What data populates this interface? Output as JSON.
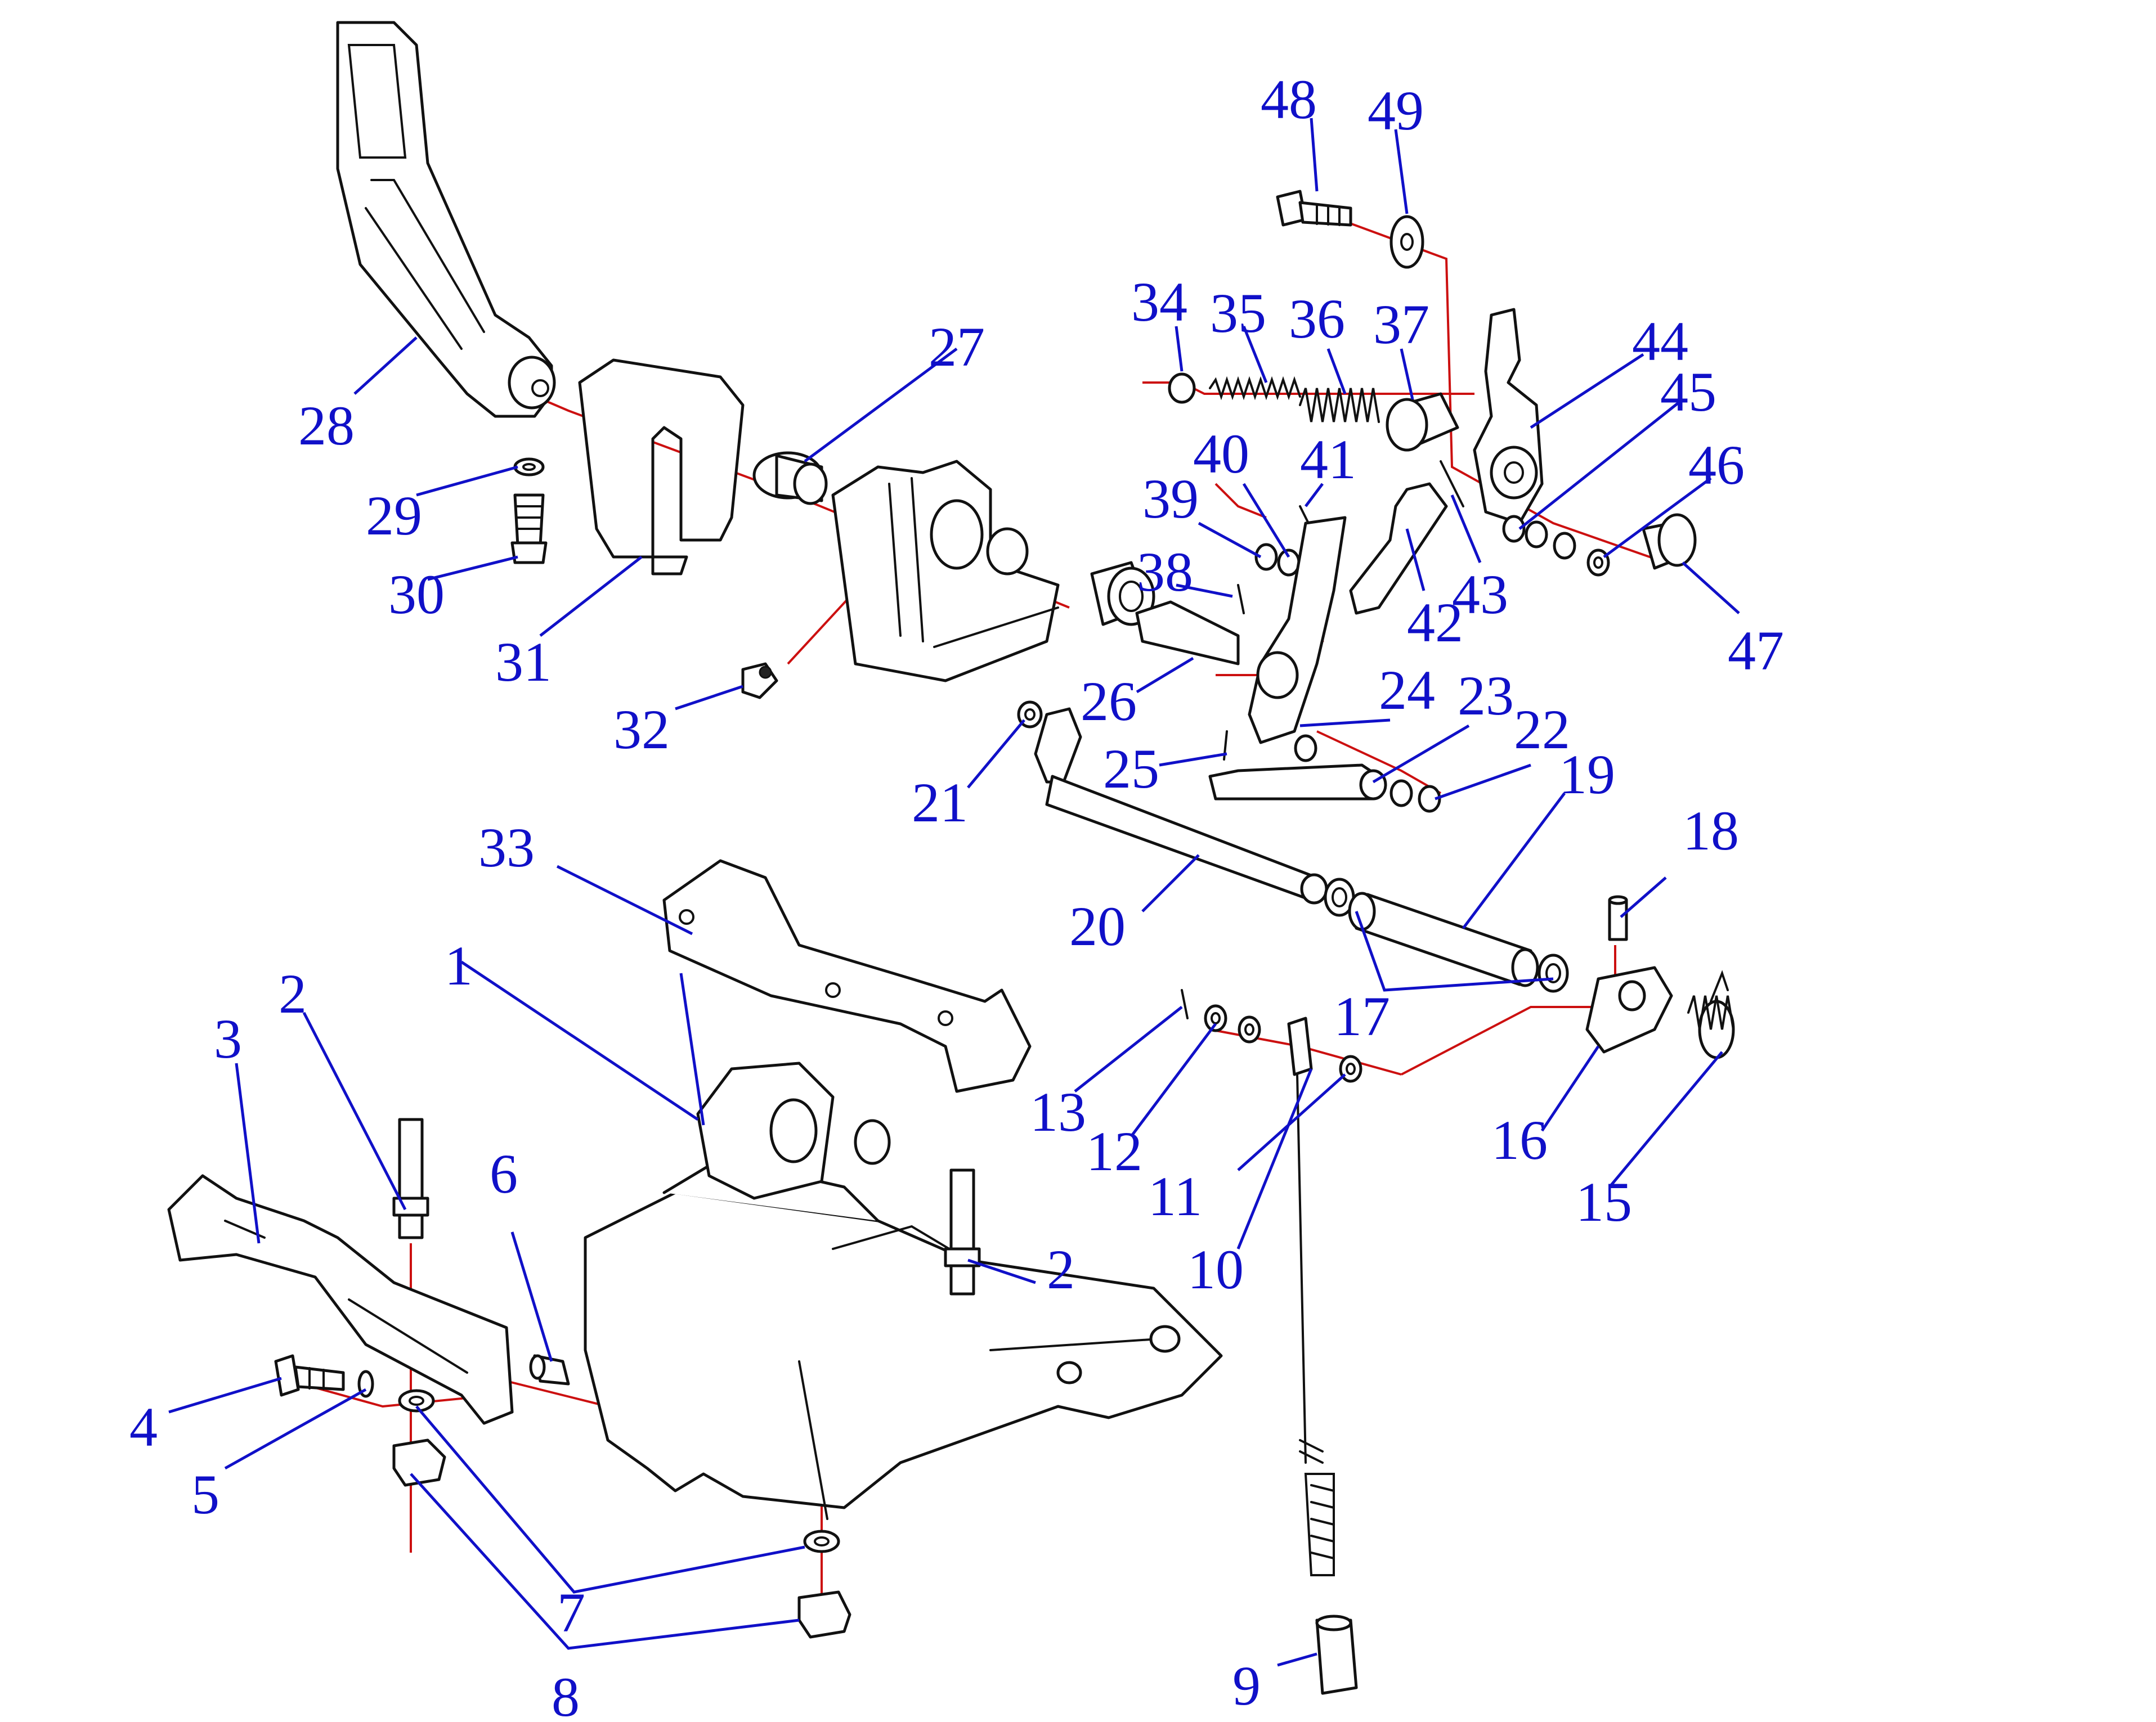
{
  "colors": {
    "callout": "#1010c8",
    "centerline": "#cc1010",
    "outline": "#111111",
    "background": "#ffffff"
  },
  "callouts": [
    {
      "id": "c1",
      "label": "1"
    },
    {
      "id": "c2a",
      "label": "2"
    },
    {
      "id": "c2b",
      "label": "2"
    },
    {
      "id": "c3",
      "label": "3"
    },
    {
      "id": "c4",
      "label": "4"
    },
    {
      "id": "c5",
      "label": "5"
    },
    {
      "id": "c6",
      "label": "6"
    },
    {
      "id": "c7",
      "label": "7"
    },
    {
      "id": "c8",
      "label": "8"
    },
    {
      "id": "c9",
      "label": "9"
    },
    {
      "id": "c10",
      "label": "10"
    },
    {
      "id": "c11",
      "label": "11"
    },
    {
      "id": "c12",
      "label": "12"
    },
    {
      "id": "c13",
      "label": "13"
    },
    {
      "id": "c15",
      "label": "15"
    },
    {
      "id": "c16",
      "label": "16"
    },
    {
      "id": "c17",
      "label": "17"
    },
    {
      "id": "c18",
      "label": "18"
    },
    {
      "id": "c19",
      "label": "19"
    },
    {
      "id": "c20",
      "label": "20"
    },
    {
      "id": "c21",
      "label": "21"
    },
    {
      "id": "c22",
      "label": "22"
    },
    {
      "id": "c23",
      "label": "23"
    },
    {
      "id": "c24",
      "label": "24"
    },
    {
      "id": "c25",
      "label": "25"
    },
    {
      "id": "c26",
      "label": "26"
    },
    {
      "id": "c27",
      "label": "27"
    },
    {
      "id": "c28",
      "label": "28"
    },
    {
      "id": "c29",
      "label": "29"
    },
    {
      "id": "c30",
      "label": "30"
    },
    {
      "id": "c31",
      "label": "31"
    },
    {
      "id": "c32",
      "label": "32"
    },
    {
      "id": "c33",
      "label": "33"
    },
    {
      "id": "c34",
      "label": "34"
    },
    {
      "id": "c35",
      "label": "35"
    },
    {
      "id": "c36",
      "label": "36"
    },
    {
      "id": "c37",
      "label": "37"
    },
    {
      "id": "c38",
      "label": "38"
    },
    {
      "id": "c39",
      "label": "39"
    },
    {
      "id": "c40",
      "label": "40"
    },
    {
      "id": "c41",
      "label": "41"
    },
    {
      "id": "c42",
      "label": "42"
    },
    {
      "id": "c43",
      "label": "43"
    },
    {
      "id": "c44",
      "label": "44"
    },
    {
      "id": "c45",
      "label": "45"
    },
    {
      "id": "c46",
      "label": "46"
    },
    {
      "id": "c47",
      "label": "47"
    },
    {
      "id": "c48",
      "label": "48"
    },
    {
      "id": "c49",
      "label": "49"
    }
  ]
}
